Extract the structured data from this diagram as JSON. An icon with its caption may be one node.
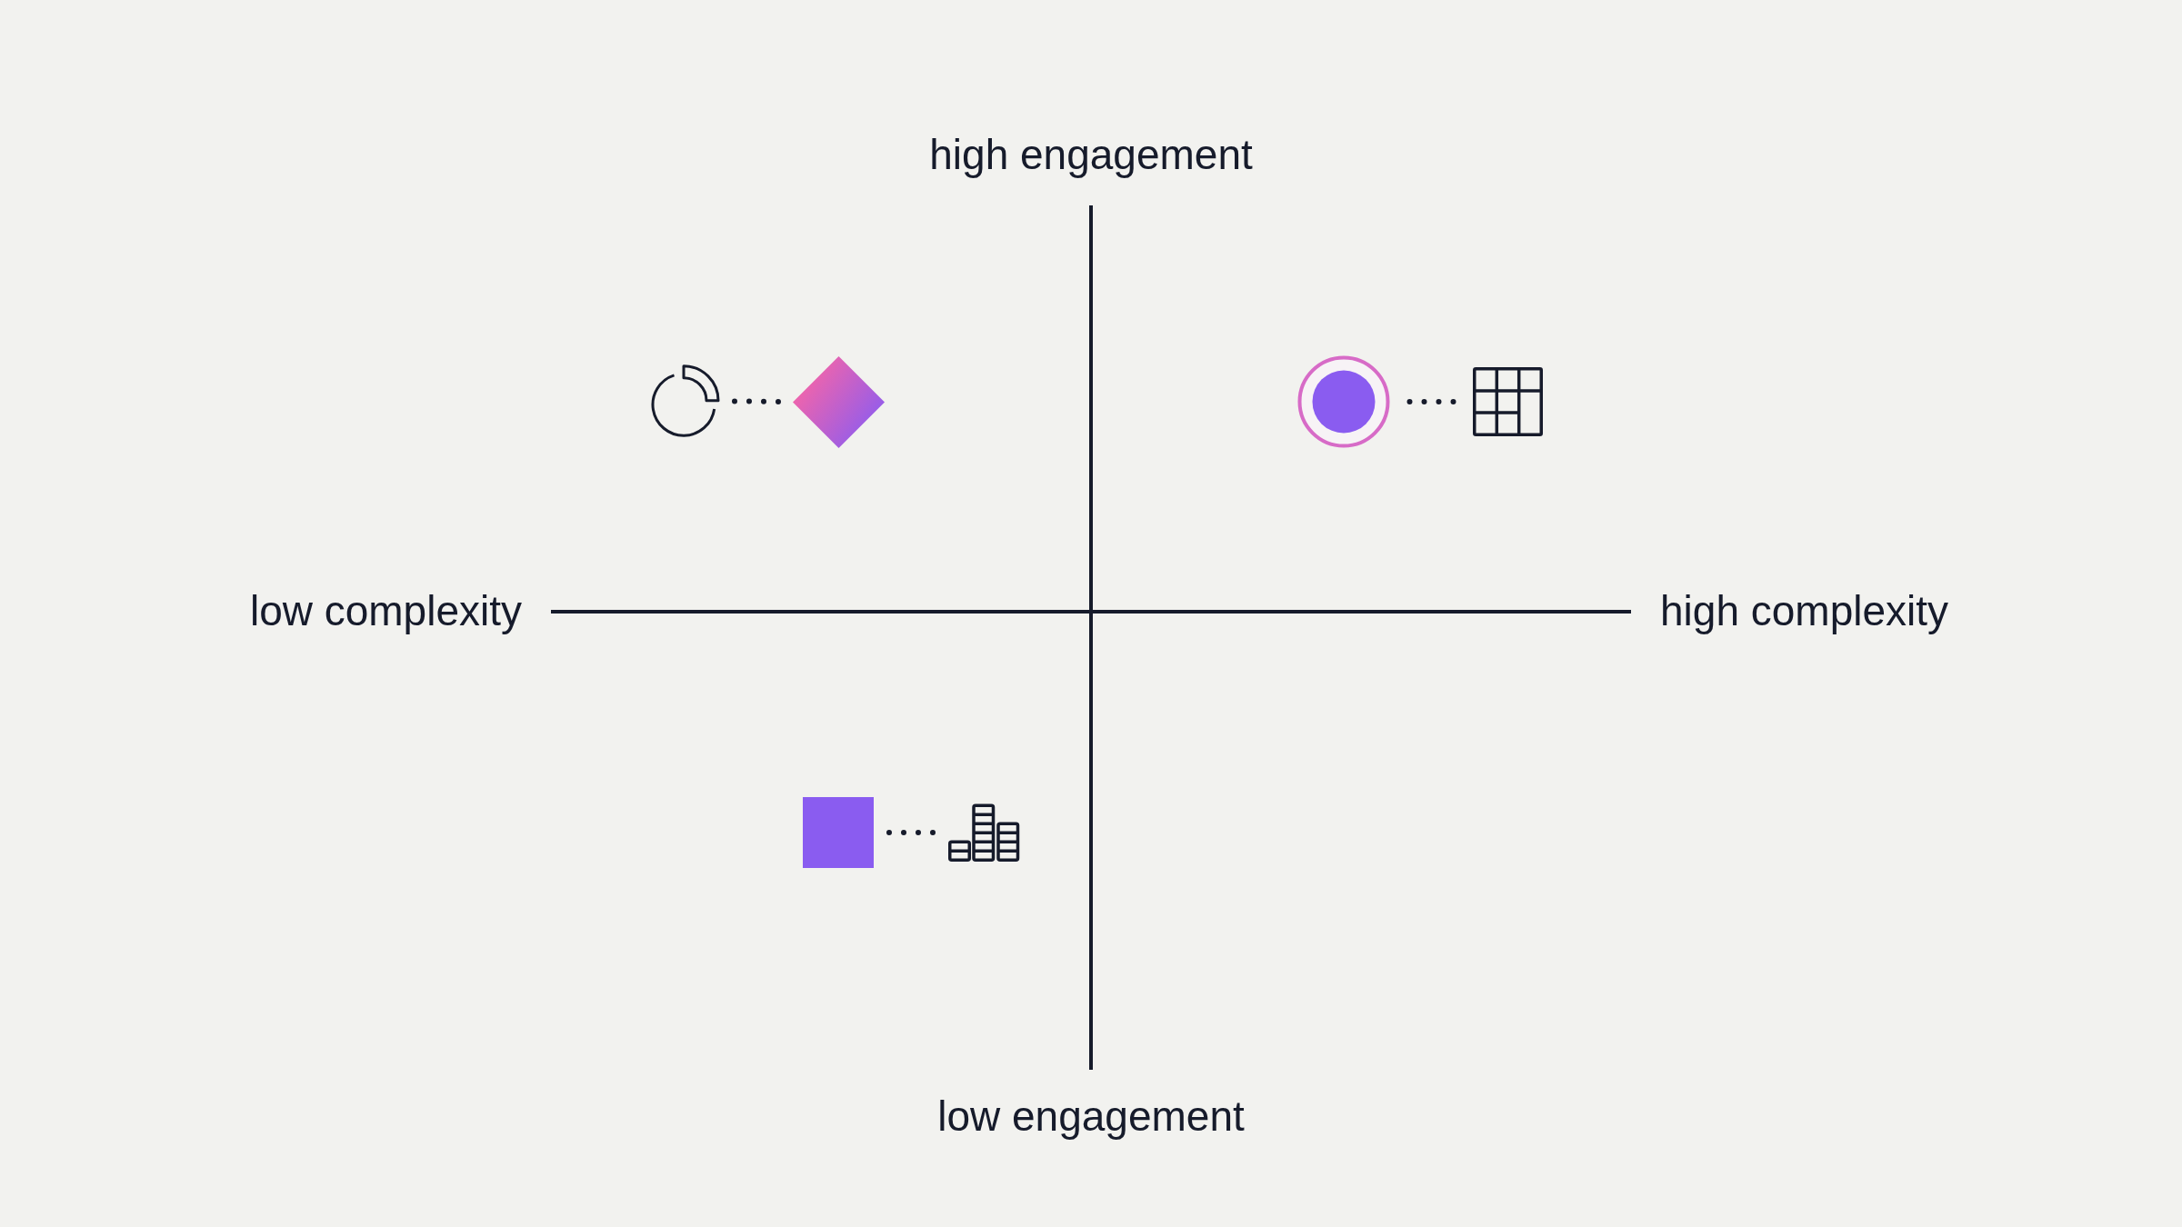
{
  "diagram": {
    "nodes": [
      {
        "text": [],
        "shape": "picture"
      },
      {
        "text": [],
        "shape": "diamond"
      },
      {
        "text": [],
        "shape": "circle"
      },
      {
        "text": [],
        "shape": "picture"
      },
      {
        "text": [],
        "shape": "box"
      },
      {
        "text": [],
        "shape": "picture"
      }
    ],
    "edges": [
      {
        "from": 0,
        "to": 1,
        "arrow": "none",
        "style": "dashed"
      },
      {
        "from": 2,
        "to": 3,
        "arrow": "none",
        "style": "dashed"
      },
      {
        "from": 4,
        "to": 5,
        "arrow": "none",
        "style": "dashed"
      }
    ],
    "labels": [
      "high engagement",
      "low complexity",
      "high complexity",
      "low engagement"
    ]
  }
}
